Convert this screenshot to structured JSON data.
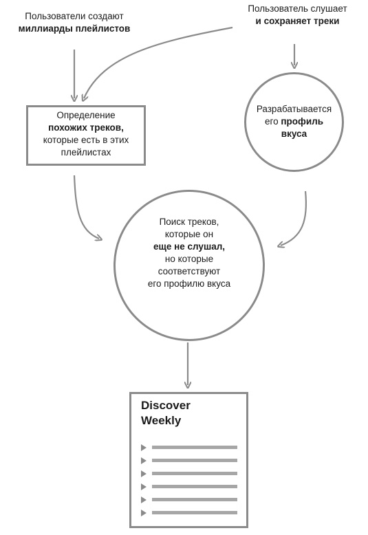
{
  "top_left": {
    "line1": "Пользователи создают",
    "line2_bold": "миллиарды плейлистов"
  },
  "top_right": {
    "line1": "Пользователь слушает",
    "line2_bold": "и сохраняет треки"
  },
  "similar_box": {
    "line1": "Определение",
    "line2_bold": "похожих треков,",
    "line3": "которые есть в этих",
    "line4": "плейлистах"
  },
  "taste_circle": {
    "line1": "Разрабатывается",
    "line2_plain": "его ",
    "line2_bold": "профиль",
    "line3_bold": "вкуса"
  },
  "search_circle": {
    "line1": "Поиск треков,",
    "line2": "которые он",
    "line3_bold": "еще не слушал,",
    "line4": "но которые",
    "line5": "соответствуют",
    "line6": "его профилю вкуса"
  },
  "playlist_card": {
    "title_line1": "Discover",
    "title_line2": "Weekly",
    "track_count": 6
  },
  "colors": {
    "stroke": "#8a8a8a",
    "track_line": "#a6a6a6",
    "text": "#1a1a1a"
  }
}
